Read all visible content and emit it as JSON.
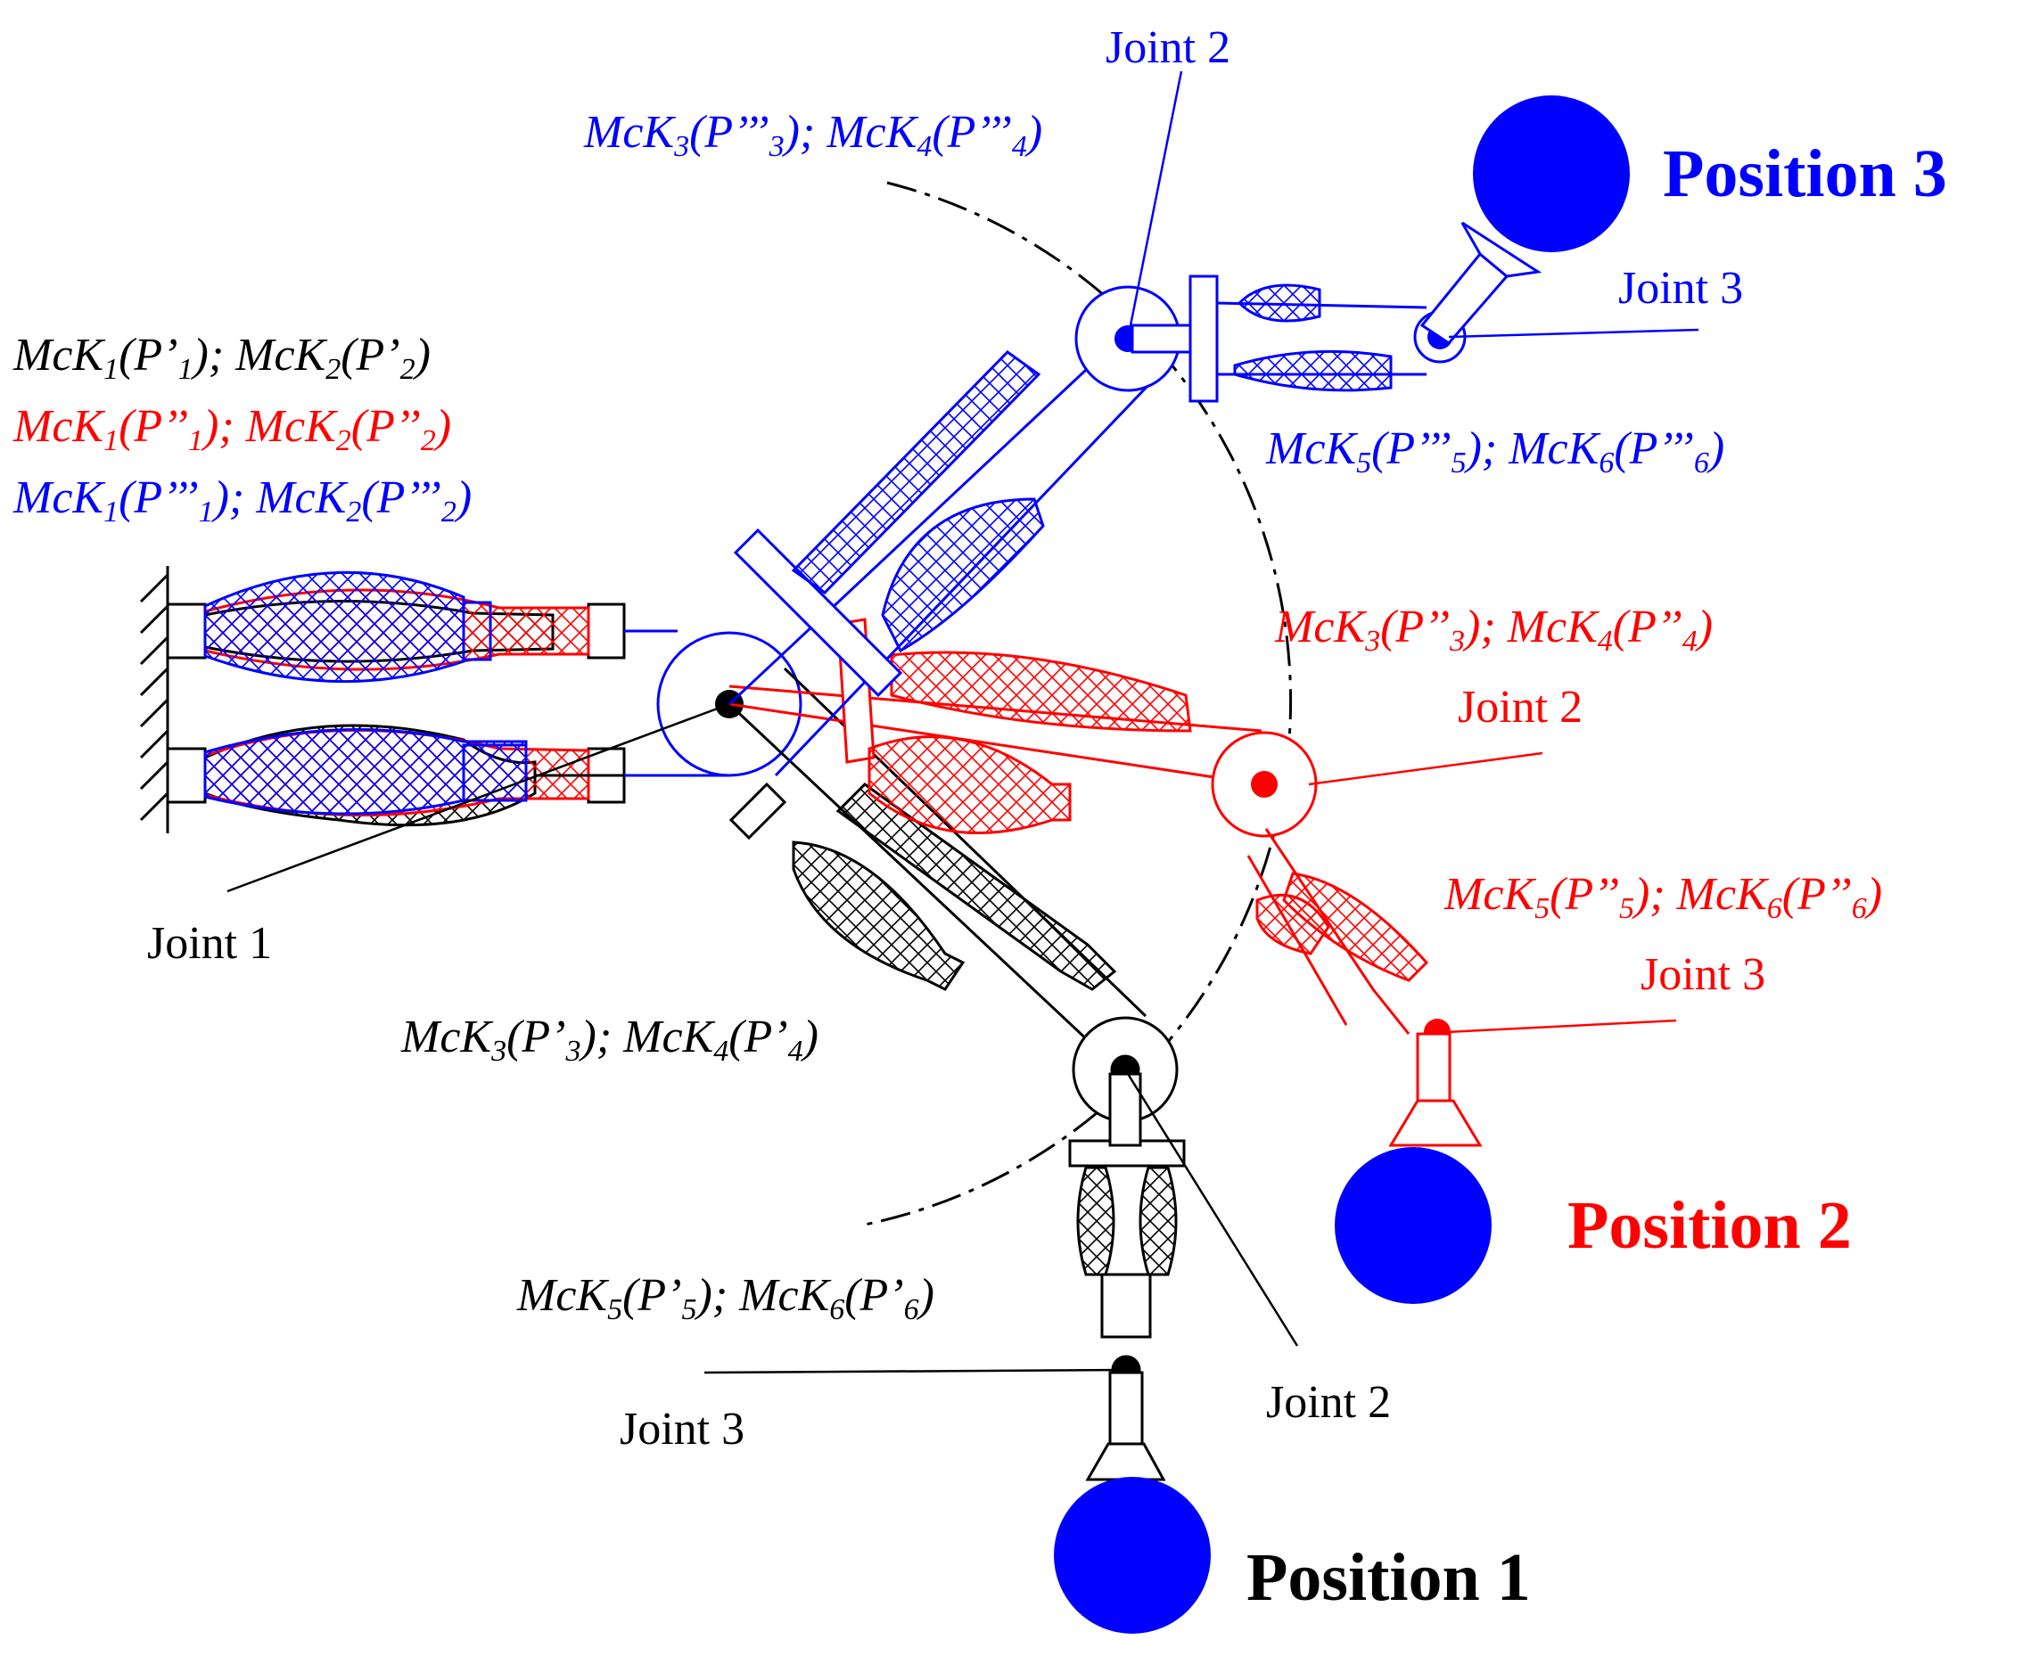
{
  "colors": {
    "position1": "#000000",
    "position2": "#ff0000",
    "position3": "#0000ff",
    "ball": "#0000ff",
    "background": "#ffffff"
  },
  "figure": {
    "labels": {
      "joint1": "Joint 1",
      "p1_joint2": "Joint 2",
      "p1_joint3": "Joint 3",
      "p2_joint2": "Joint 2",
      "p2_joint3": "Joint 3",
      "p3_joint2": "Joint 2",
      "p3_joint3": "Joint 3"
    },
    "positions": {
      "p1": "Position 1",
      "p2": "Position 2",
      "p3": "Position 3"
    },
    "mck_labels": {
      "base": [
        {
          "a": "McK",
          "as": "1",
          "b": "(P’",
          "bs": "1",
          "c": "); McK",
          "cs": "2",
          "d": "(P’",
          "ds": "2",
          "e": ")"
        },
        {
          "a": "McK",
          "as": "1",
          "b": "(P’’",
          "bs": "1",
          "c": "); McK",
          "cs": "2",
          "d": "(P’’",
          "ds": "2",
          "e": ")"
        },
        {
          "a": "McK",
          "as": "1",
          "b": "(P’’’",
          "bs": "1",
          "c": "); McK",
          "cs": "2",
          "d": "(P’’’",
          "ds": "2",
          "e": ")"
        }
      ],
      "p1_m34": {
        "a": "McK",
        "as": "3",
        "b": "(P’",
        "bs": "3",
        "c": "); McK",
        "cs": "4",
        "d": "(P’",
        "ds": "4",
        "e": ")"
      },
      "p1_m56": {
        "a": "McK",
        "as": "5",
        "b": "(P’",
        "bs": "5",
        "c": "); McK",
        "cs": "6",
        "d": "(P’",
        "ds": "6",
        "e": ")"
      },
      "p2_m34": {
        "a": "McK",
        "as": "3",
        "b": "(P’’",
        "bs": "3",
        "c": "); McK",
        "cs": "4",
        "d": "(P’’",
        "ds": "4",
        "e": ")"
      },
      "p2_m56": {
        "a": "McK",
        "as": "5",
        "b": "(P’’",
        "bs": "5",
        "c": "); McK",
        "cs": "6",
        "d": "(P’’",
        "ds": "6",
        "e": ")"
      },
      "p3_m34": {
        "a": "McK",
        "as": "3",
        "b": "(P’’’",
        "bs": "3",
        "c": "); McK",
        "cs": "4",
        "d": "(P’’’",
        "ds": "4",
        "e": ")"
      },
      "p3_m56": {
        "a": "McK",
        "as": "5",
        "b": "(P’’’",
        "bs": "5",
        "c": "); McK",
        "cs": "6",
        "d": "(P’’’",
        "ds": "6",
        "e": ")"
      }
    }
  }
}
